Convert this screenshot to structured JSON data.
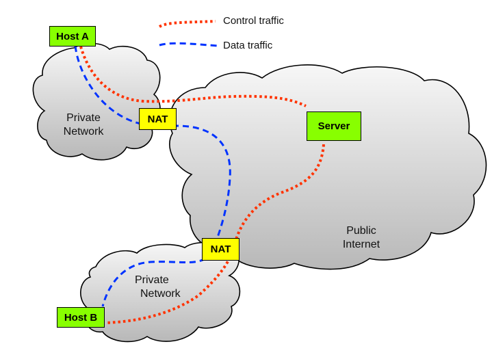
{
  "legend": {
    "control": {
      "label": "Control traffic",
      "color": "#ff3300",
      "style": "dotted"
    },
    "data": {
      "label": "Data traffic",
      "color": "#0033ff",
      "style": "dashed"
    }
  },
  "clouds": {
    "private_a": {
      "label_line1": "Private",
      "label_line2": "Network"
    },
    "public": {
      "label_line1": "Public",
      "label_line2": "Internet"
    },
    "private_b": {
      "label_line1": "Private",
      "label_line2": "Network"
    }
  },
  "nodes": {
    "host_a": {
      "label": "Host A",
      "color": "#88ff00"
    },
    "host_b": {
      "label": "Host B",
      "color": "#88ff00"
    },
    "server": {
      "label": "Server",
      "color": "#88ff00"
    },
    "nat_a": {
      "label": "NAT",
      "color": "#ffff00"
    },
    "nat_b": {
      "label": "NAT",
      "color": "#ffff00"
    }
  }
}
